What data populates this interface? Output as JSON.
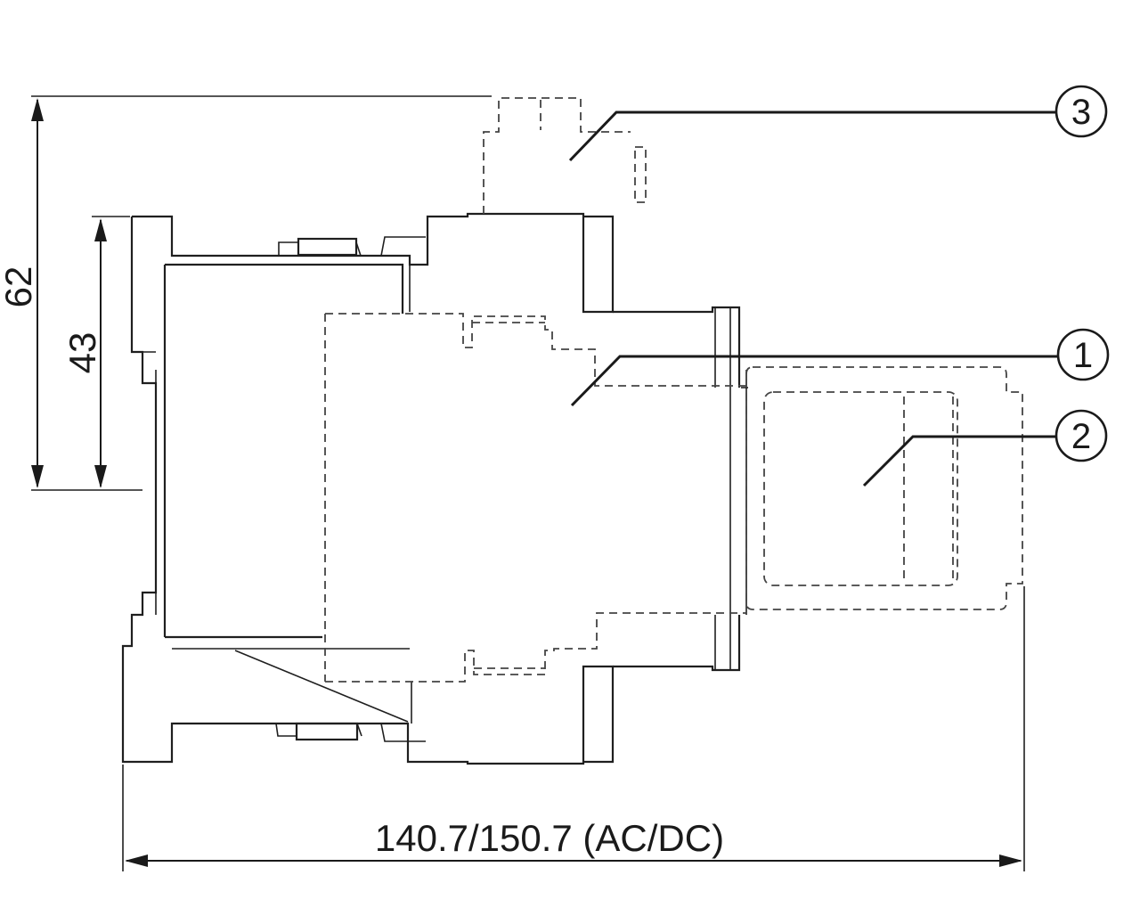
{
  "dimensions": {
    "total_height": "62",
    "mounting_height": "43",
    "total_length": "140.7/150.7 (AC/DC)"
  },
  "callouts": [
    {
      "label": "3"
    },
    {
      "label": "1"
    },
    {
      "label": "2"
    }
  ]
}
